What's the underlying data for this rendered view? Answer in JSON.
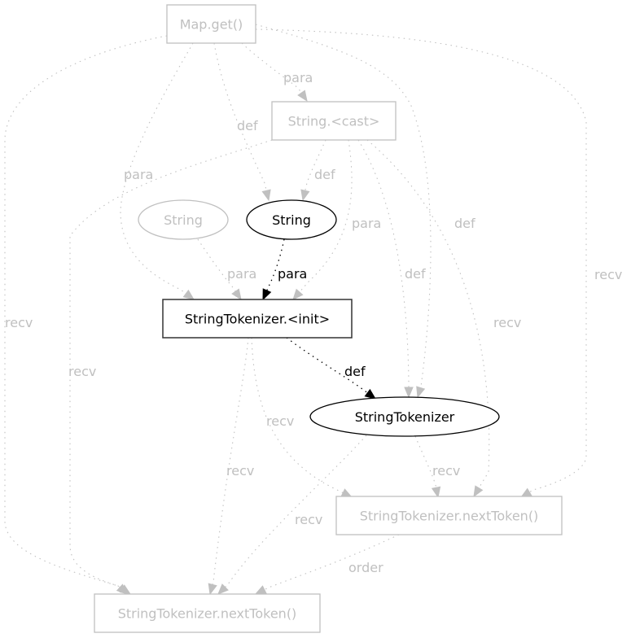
{
  "colors": {
    "active": "#000000",
    "inactive": "#c0c0c0",
    "background": "#ffffff"
  },
  "nodes": [
    {
      "id": "map_get",
      "label": "Map.get()",
      "shape": "box",
      "active": false
    },
    {
      "id": "string_cast",
      "label": "String.<cast>",
      "shape": "box",
      "active": false
    },
    {
      "id": "string_gray",
      "label": "String",
      "shape": "ellipse",
      "active": false
    },
    {
      "id": "string_black",
      "label": "String",
      "shape": "ellipse",
      "active": true
    },
    {
      "id": "st_init",
      "label": "StringTokenizer.<init>",
      "shape": "box",
      "active": true
    },
    {
      "id": "st_var",
      "label": "StringTokenizer",
      "shape": "ellipse",
      "active": true
    },
    {
      "id": "next_token_1",
      "label": "StringTokenizer.nextToken()",
      "shape": "box",
      "active": false
    },
    {
      "id": "next_token_2",
      "label": "StringTokenizer.nextToken()",
      "shape": "box",
      "active": false
    }
  ],
  "edges": [
    {
      "from": "map_get",
      "to": "string_cast",
      "label": "para",
      "active": false
    },
    {
      "from": "map_get",
      "to": "string_black",
      "label": "def",
      "active": false
    },
    {
      "from": "map_get",
      "to": "st_init",
      "label": "para",
      "active": false
    },
    {
      "from": "map_get",
      "to": "st_var",
      "label": "def",
      "active": false
    },
    {
      "from": "map_get",
      "to": "next_token_1",
      "label": "recv",
      "active": false
    },
    {
      "from": "map_get",
      "to": "next_token_2",
      "label": "recv",
      "active": false
    },
    {
      "from": "string_cast",
      "to": "string_black",
      "label": "def",
      "active": false
    },
    {
      "from": "string_cast",
      "to": "st_init",
      "label": "para",
      "active": false
    },
    {
      "from": "string_cast",
      "to": "st_var",
      "label": "def",
      "active": false
    },
    {
      "from": "string_cast",
      "to": "next_token_1",
      "label": "recv",
      "active": false
    },
    {
      "from": "string_cast",
      "to": "next_token_2",
      "label": "recv",
      "active": false
    },
    {
      "from": "string_gray",
      "to": "st_init",
      "label": "para",
      "active": false
    },
    {
      "from": "string_black",
      "to": "st_init",
      "label": "para",
      "active": true
    },
    {
      "from": "st_init",
      "to": "st_var",
      "label": "def",
      "active": true
    },
    {
      "from": "st_init",
      "to": "next_token_1",
      "label": "recv",
      "active": false
    },
    {
      "from": "st_init",
      "to": "next_token_2",
      "label": "recv",
      "active": false
    },
    {
      "from": "st_var",
      "to": "next_token_1",
      "label": "recv",
      "active": false
    },
    {
      "from": "st_var",
      "to": "next_token_2",
      "label": "recv",
      "active": false
    },
    {
      "from": "next_token_1",
      "to": "next_token_2",
      "label": "order",
      "active": false
    }
  ]
}
